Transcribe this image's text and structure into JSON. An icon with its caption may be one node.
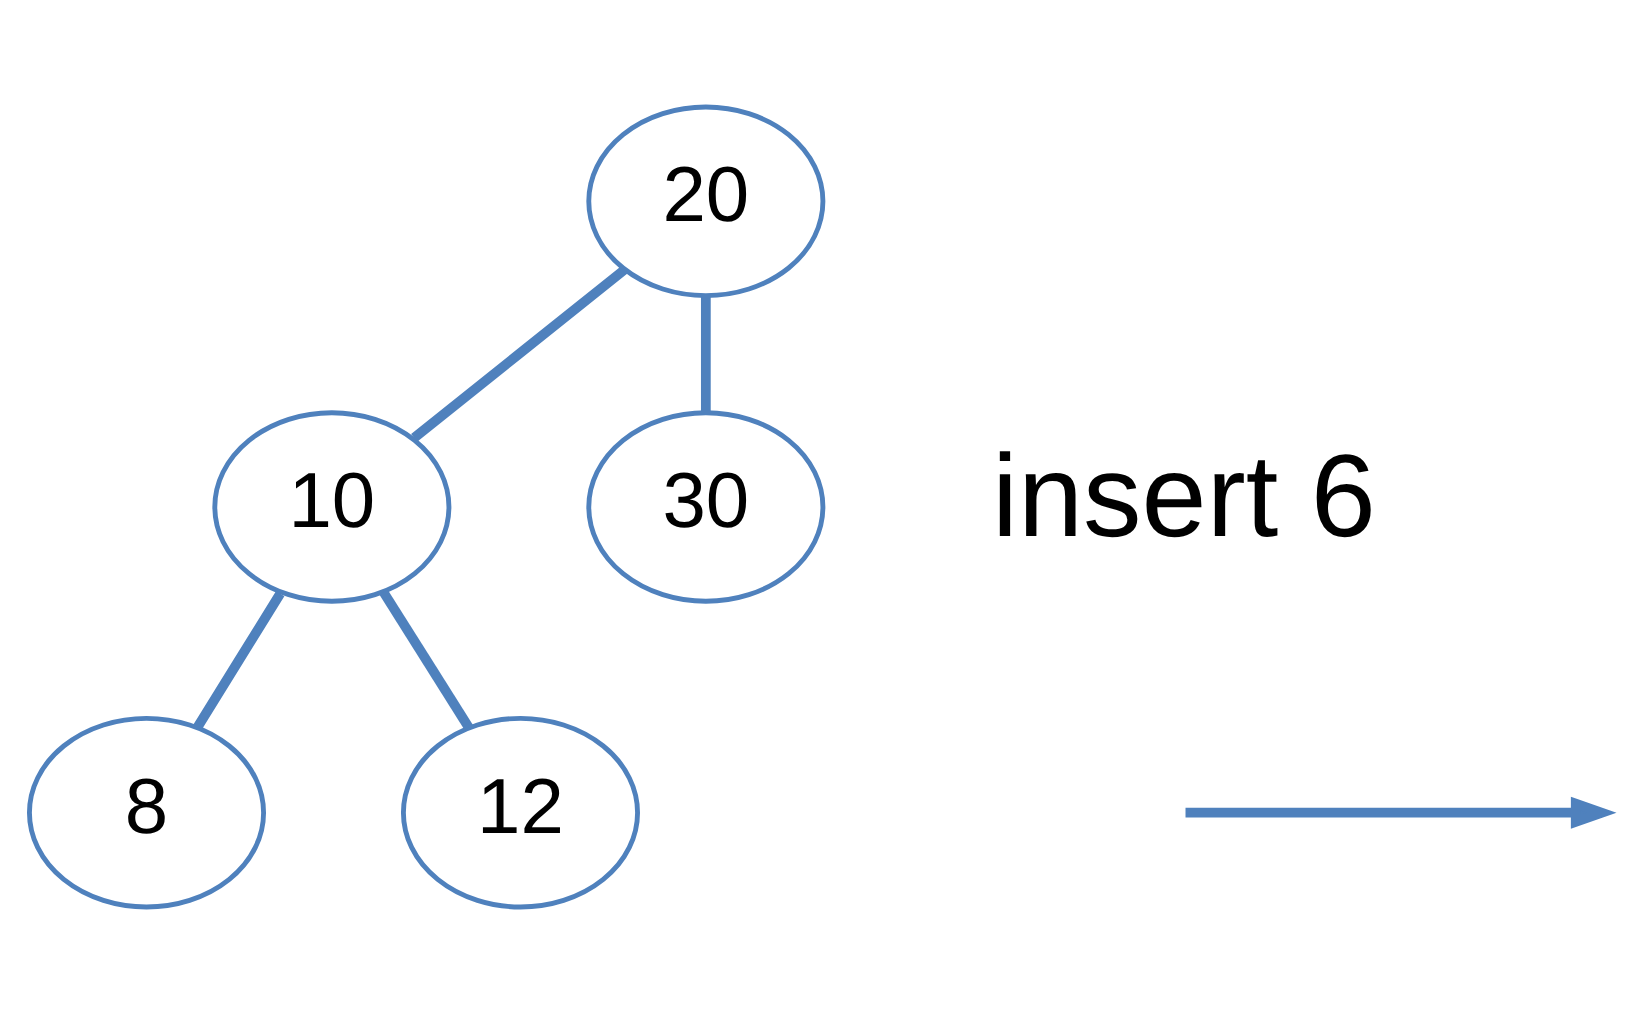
{
  "diagram": {
    "nodes": [
      {
        "text": [
          "20"
        ]
      },
      {
        "text": [
          "10"
        ]
      },
      {
        "text": [
          "30"
        ]
      },
      {
        "text": [
          "8"
        ]
      },
      {
        "text": [
          "12"
        ]
      }
    ],
    "edges": [
      {
        "from": 0,
        "to": 1,
        "arrow": "none"
      },
      {
        "from": 0,
        "to": 2,
        "arrow": "none"
      },
      {
        "from": 1,
        "to": 3,
        "arrow": "none"
      },
      {
        "from": 1,
        "to": 4,
        "arrow": "none"
      }
    ],
    "labels": [
      "insert 6"
    ]
  }
}
